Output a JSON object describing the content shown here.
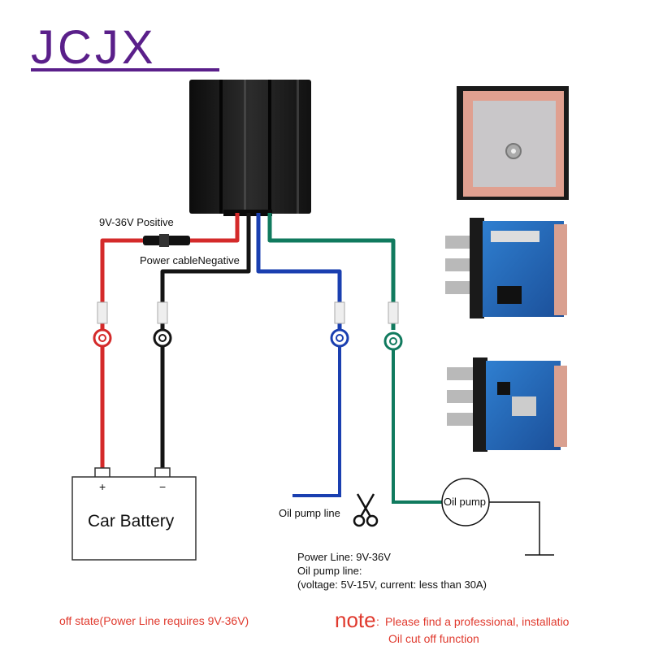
{
  "brand": {
    "name": "JCJX",
    "color": "#5a1f8a"
  },
  "colors": {
    "positive": "#d42a2a",
    "negative": "#141414",
    "blue": "#1a3fb0",
    "green": "#107a5e",
    "warning": "#e03a2e"
  },
  "wires": {
    "positive_label": "9V-36V Positive",
    "negative_label": "Power cableNegative"
  },
  "battery": {
    "label": "Car Battery",
    "plus": "+",
    "minus": "−"
  },
  "oil": {
    "pump_line_label": "Oil pump line",
    "pump_label": "Oil pump"
  },
  "specs": {
    "line1": "Power Line: 9V-36V",
    "line2": "Oil pump line:",
    "line3": "(voltage: 5V-15V, current: less than 30A)"
  },
  "footer": {
    "left": "off state(Power Line requires 9V-36V)",
    "note_word": "note",
    "note_colon": ":",
    "note_text1": "Please find a professional, installatio",
    "note_text2": "Oil cut off function"
  },
  "icons": [
    "scissors-icon",
    "ground-icon",
    "terminal-ring-icon",
    "gps-antenna-photo",
    "relay-module-photo"
  ]
}
